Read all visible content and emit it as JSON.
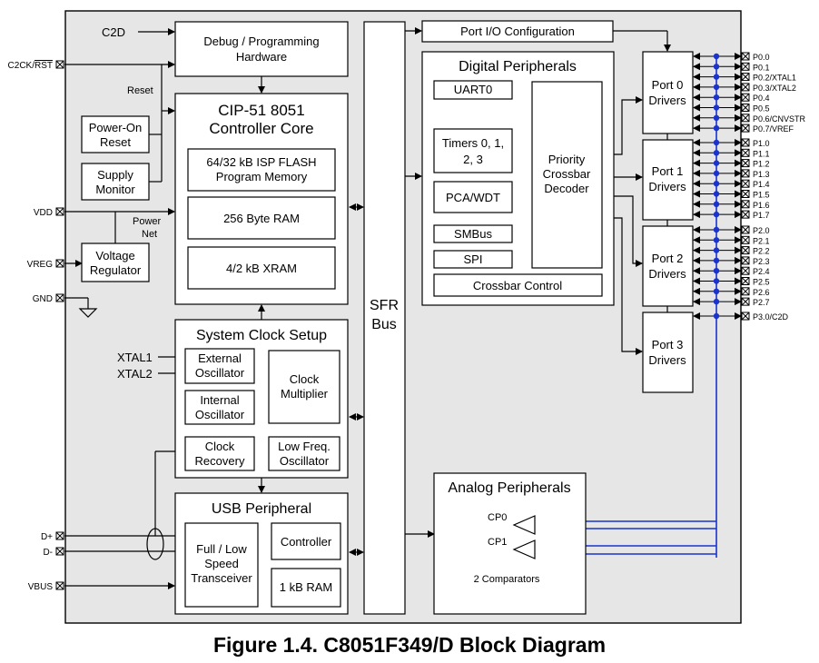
{
  "caption": "Figure 1.4. C8051F349/D Block Diagram",
  "colors": {
    "background": "#e6e6e6",
    "box_fill": "#ffffff",
    "line": "#000000",
    "bus_line": "#1a33cc"
  },
  "pins": {
    "left": [
      "C2CK/RST",
      "VDD",
      "VREG",
      "GND",
      "D+",
      "D-",
      "VBUS"
    ],
    "ports": [
      "P0.0",
      "P0.1",
      "P0.2/XTAL1",
      "P0.3/XTAL2",
      "P0.4",
      "P0.5",
      "P0.6/CNVSTR",
      "P0.7/VREF",
      "P1.0",
      "P1.1",
      "P1.2",
      "P1.3",
      "P1.4",
      "P1.5",
      "P1.6",
      "P1.7",
      "P2.0",
      "P2.1",
      "P2.2",
      "P2.3",
      "P2.4",
      "P2.5",
      "P2.6",
      "P2.7",
      "P3.0/C2D"
    ]
  },
  "labels": {
    "c2d": "C2D",
    "reset": "Reset",
    "power": "Power",
    "net": "Net",
    "xtal1": "XTAL1",
    "xtal2": "XTAL2",
    "cp0": "CP0",
    "cp1": "CP1"
  },
  "blocks": {
    "debug": [
      "Debug / Programming",
      "Hardware"
    ],
    "core": [
      "CIP-51 8051",
      "Controller Core"
    ],
    "flash": [
      "64/32 kB ISP FLASH",
      "Program Memory"
    ],
    "ram": "256 Byte RAM",
    "xram": "4/2 kB XRAM",
    "por": [
      "Power-On",
      "Reset"
    ],
    "supply": [
      "Supply",
      "Monitor"
    ],
    "vreg": [
      "Voltage",
      "Regulator"
    ],
    "clock_setup": "System Clock Setup",
    "ext_osc": [
      "External",
      "Oscillator"
    ],
    "int_osc": [
      "Internal",
      "Oscillator"
    ],
    "clk_mult": [
      "Clock",
      "Multiplier"
    ],
    "clk_rec": [
      "Clock",
      "Recovery"
    ],
    "lowfreq": [
      "Low Freq.",
      "Oscillator"
    ],
    "usb": "USB Peripheral",
    "transceiver": [
      "Full / Low",
      "Speed",
      "Transceiver"
    ],
    "controller": "Controller",
    "usb_ram": "1 kB RAM",
    "sfr": [
      "SFR",
      "Bus"
    ],
    "portio": "Port I/O Configuration",
    "digital": "Digital Peripherals",
    "uart": "UART0",
    "timers": [
      "Timers 0, 1,",
      "2, 3"
    ],
    "pca": "PCA/WDT",
    "smbus": "SMBus",
    "spi": "SPI",
    "crossbar": [
      "Priority",
      "Crossbar",
      "Decoder"
    ],
    "crossbar_ctrl": "Crossbar Control",
    "port0": [
      "Port 0",
      "Drivers"
    ],
    "port1": [
      "Port 1",
      "Drivers"
    ],
    "port2": [
      "Port 2",
      "Drivers"
    ],
    "port3": [
      "Port 3",
      "Drivers"
    ],
    "analog": "Analog Peripherals",
    "comparators": "2 Comparators"
  }
}
